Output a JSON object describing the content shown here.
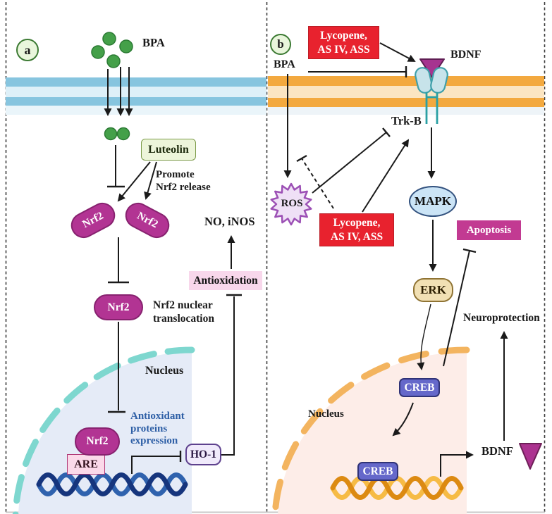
{
  "panel_a": {
    "label": "a",
    "bpa": "BPA",
    "luteolin": "Luteolin",
    "promote_line1": "Promote",
    "promote_line2": "Nrf2 release",
    "nrf2": "Nrf2",
    "no_inos": "NO, iNOS",
    "antioxidation": "Antioxidation",
    "translocation_line1": "Nrf2 nuclear",
    "translocation_line2": "translocation",
    "nucleus": "Nucleus",
    "expression_line1": "Antioxidant",
    "expression_line2": "proteins",
    "expression_line3": "expression",
    "are": "ARE",
    "ho1": "HO-1"
  },
  "panel_b": {
    "label": "b",
    "bpa": "BPA",
    "treatment_line1": "Lycopene,",
    "treatment_line2": "AS IV, ASS",
    "bdnf": "BDNF",
    "trkb": "Trk-B",
    "ros": "ROS",
    "mapk": "MAPK",
    "erk": "ERK",
    "apoptosis": "Apoptosis",
    "creb": "CREB",
    "neuroprotection": "Neuroprotection",
    "nucleus": "Nucleus",
    "bdnf_gene": "BDNF"
  },
  "palette": {
    "membrane_a_band": "#87C5DF",
    "membrane_a_inner": "#DEF0F8",
    "membrane_b_band": "#F3A93F",
    "membrane_b_inner": "#FBE5C2",
    "bpa_molecule_green": "#44A049",
    "nrf2_pill_magenta": "#B23493",
    "treatment_box_red": "#E8222E",
    "apoptosis_box_magenta": "#C23A92",
    "creb_box_blue": "#6568CA",
    "mapk_fill": "#CBE4F6",
    "erk_fill": "#F1E0B4",
    "ros_fill": "#EFE0F6",
    "nucleus_a_fill": "#E5EBF7",
    "nucleus_b_fill": "#FDEDE8",
    "dna_a_blue": "#16357D",
    "dna_b_orange": "#DC8A12",
    "receptor_fill": "#C7E3EA",
    "receptor_stroke": "#3F9FAA",
    "bdnf_triangle": "#AC3390"
  }
}
